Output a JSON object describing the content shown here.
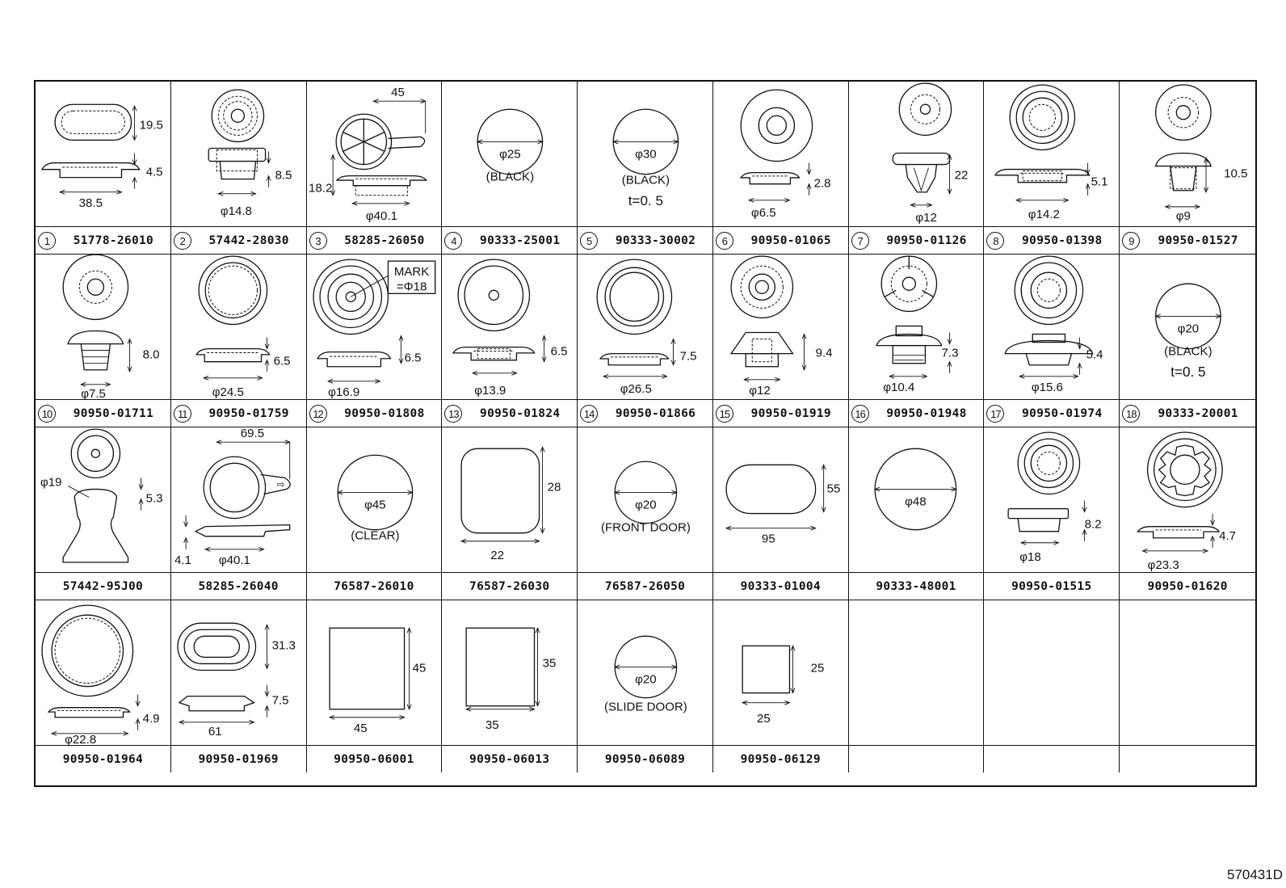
{
  "diagram_code": "570431D",
  "parts": [
    {
      "n": "1",
      "part": "51778-26010",
      "dims": [
        "19.5",
        "4.5",
        "38.5"
      ],
      "note": ""
    },
    {
      "n": "2",
      "part": "57442-28030",
      "dims": [
        "8.5",
        "φ14.8"
      ],
      "note": ""
    },
    {
      "n": "3",
      "part": "58285-26050",
      "dims": [
        "45",
        "18.2",
        "φ40.1"
      ],
      "note": ""
    },
    {
      "n": "4",
      "part": "90333-25001",
      "dims": [
        "φ25"
      ],
      "note": "(BLACK)"
    },
    {
      "n": "5",
      "part": "90333-30002",
      "dims": [
        "φ30"
      ],
      "note": "(BLACK)",
      "note2": "t=0. 5"
    },
    {
      "n": "6",
      "part": "90950-01065",
      "dims": [
        "2.8",
        "φ6.5"
      ],
      "note": ""
    },
    {
      "n": "7",
      "part": "90950-01126",
      "dims": [
        "22",
        "φ12"
      ],
      "note": ""
    },
    {
      "n": "8",
      "part": "90950-01398",
      "dims": [
        "5.1",
        "φ14.2"
      ],
      "note": ""
    },
    {
      "n": "9",
      "part": "90950-01527",
      "dims": [
        "10.5",
        "φ9"
      ],
      "note": ""
    },
    {
      "n": "10",
      "part": "90950-01711",
      "dims": [
        "8.0",
        "φ7.5"
      ],
      "note": ""
    },
    {
      "n": "11",
      "part": "90950-01759",
      "dims": [
        "6.5",
        "φ24.5"
      ],
      "note": ""
    },
    {
      "n": "12",
      "part": "90950-01808",
      "dims": [
        "6.5",
        "φ16.9"
      ],
      "note": "MARK",
      "note2": "=Φ18"
    },
    {
      "n": "13",
      "part": "90950-01824",
      "dims": [
        "6.5",
        "φ13.9"
      ],
      "note": ""
    },
    {
      "n": "14",
      "part": "90950-01866",
      "dims": [
        "7.5",
        "φ26.5"
      ],
      "note": ""
    },
    {
      "n": "15",
      "part": "90950-01919",
      "dims": [
        "9.4",
        "φ12"
      ],
      "note": ""
    },
    {
      "n": "16",
      "part": "90950-01948",
      "dims": [
        "7.3",
        "φ10.4"
      ],
      "note": ""
    },
    {
      "n": "17",
      "part": "90950-01974",
      "dims": [
        "5.4",
        "φ15.6"
      ],
      "note": ""
    },
    {
      "n": "18",
      "part": "90333-20001",
      "dims": [
        "φ20"
      ],
      "note": "(BLACK)",
      "note2": "t=0. 5"
    },
    {
      "n": "",
      "part": "57442-95J00",
      "dims": [
        "φ19",
        "5.3"
      ],
      "note": ""
    },
    {
      "n": "",
      "part": "58285-26040",
      "dims": [
        "69.5",
        "4.1",
        "φ40.1"
      ],
      "note": ""
    },
    {
      "n": "",
      "part": "76587-26010",
      "dims": [
        "φ45"
      ],
      "note": "(CLEAR)"
    },
    {
      "n": "",
      "part": "76587-26030",
      "dims": [
        "28",
        "22"
      ],
      "note": ""
    },
    {
      "n": "",
      "part": "76587-26050",
      "dims": [
        "φ20"
      ],
      "note": "(FRONT DOOR)"
    },
    {
      "n": "",
      "part": "90333-01004",
      "dims": [
        "55",
        "95"
      ],
      "note": ""
    },
    {
      "n": "",
      "part": "90333-48001",
      "dims": [
        "φ48"
      ],
      "note": ""
    },
    {
      "n": "",
      "part": "90950-01515",
      "dims": [
        "8.2",
        "φ18"
      ],
      "note": ""
    },
    {
      "n": "",
      "part": "90950-01620",
      "dims": [
        "4.7",
        "φ23.3"
      ],
      "note": ""
    },
    {
      "n": "",
      "part": "90950-01964",
      "dims": [
        "4.9",
        "φ22.8"
      ],
      "note": ""
    },
    {
      "n": "",
      "part": "90950-01969",
      "dims": [
        "31.3",
        "7.5",
        "61"
      ],
      "note": ""
    },
    {
      "n": "",
      "part": "90950-06001",
      "dims": [
        "45",
        "45"
      ],
      "note": ""
    },
    {
      "n": "",
      "part": "90950-06013",
      "dims": [
        "35",
        "35"
      ],
      "note": ""
    },
    {
      "n": "",
      "part": "90950-06089",
      "dims": [
        "φ20"
      ],
      "note": "(SLIDE DOOR)"
    },
    {
      "n": "",
      "part": "90950-06129",
      "dims": [
        "25",
        "25"
      ],
      "note": ""
    },
    {
      "n": "",
      "part": "",
      "dims": [],
      "note": ""
    },
    {
      "n": "",
      "part": "",
      "dims": [],
      "note": ""
    },
    {
      "n": "",
      "part": "",
      "dims": [],
      "note": ""
    }
  ]
}
